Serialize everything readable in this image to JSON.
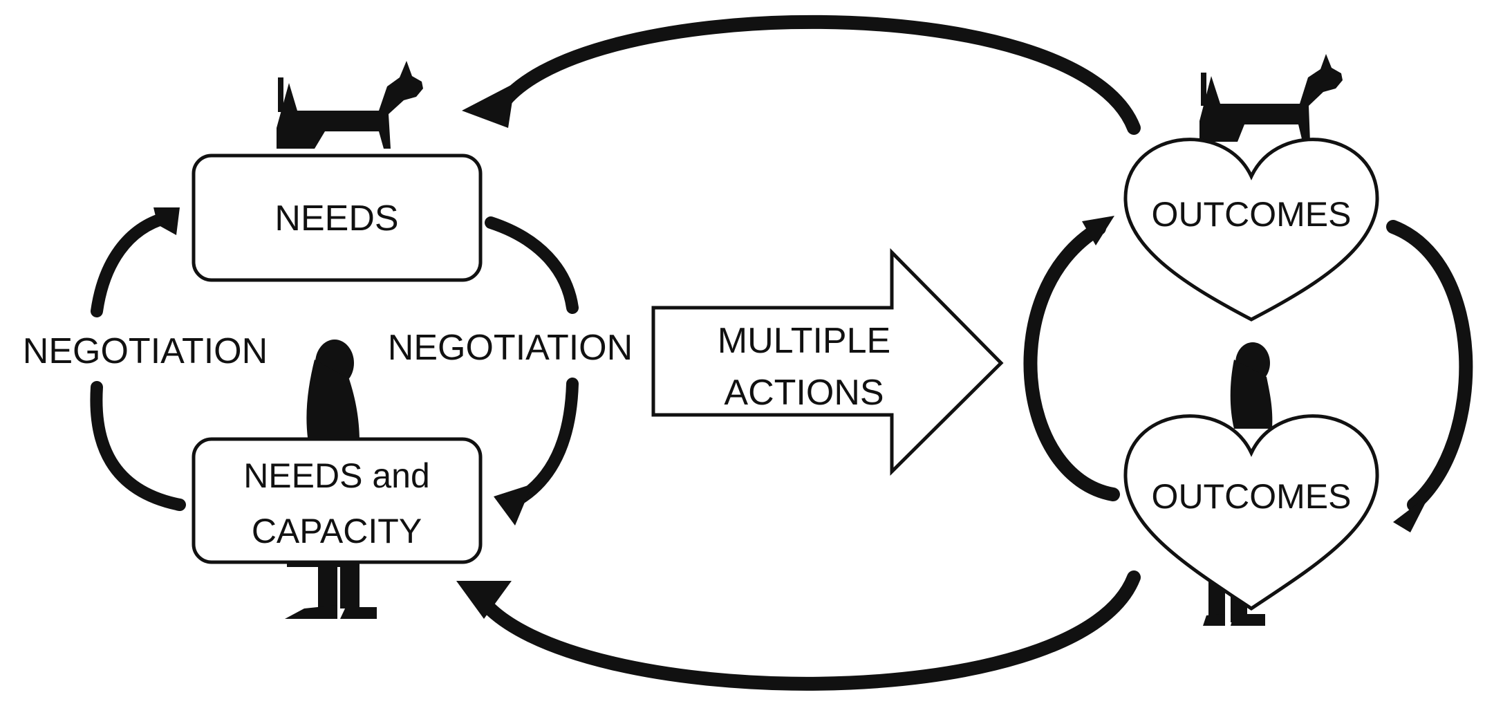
{
  "needs_box": {
    "label": "NEEDS"
  },
  "needs_capacity_box": {
    "line1": "NEEDS and",
    "line2": "CAPACITY"
  },
  "left_negotiation": "NEGOTIATION",
  "right_negotiation": "NEGOTIATION",
  "multiple_actions": {
    "line1": "MULTIPLE",
    "line2": "ACTIONS"
  },
  "outcomes_top": "OUTCOMES",
  "outcomes_bottom": "OUTCOMES",
  "colors": {
    "ink": "#111111",
    "fill": "#ffffff"
  },
  "icons": [
    "dog-silhouette-icon",
    "woman-silhouette-icon",
    "heart-icon"
  ]
}
